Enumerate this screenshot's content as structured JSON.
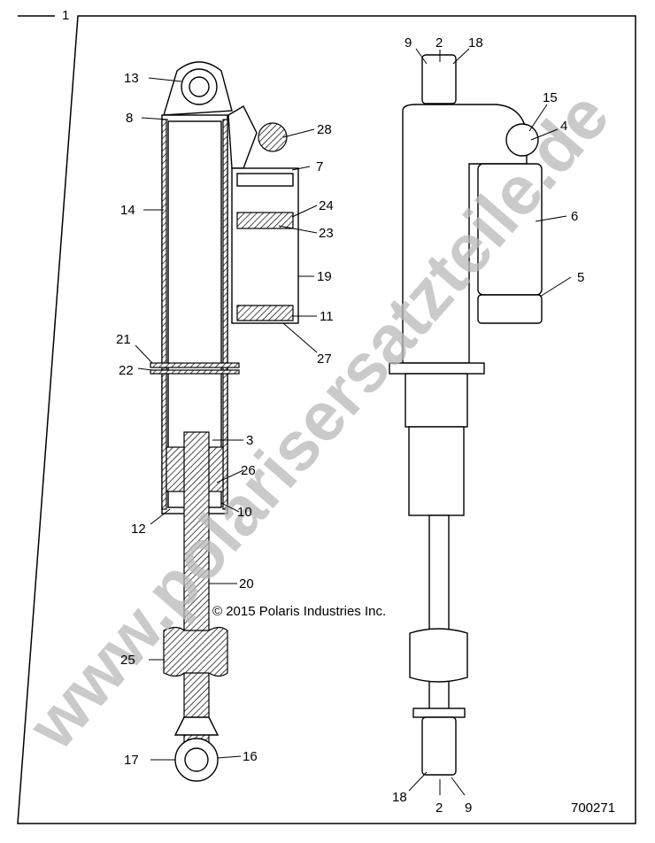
{
  "diagram": {
    "frame_label": "1",
    "left_labels": [
      "13",
      "8",
      "14",
      "21",
      "22",
      "12",
      "3",
      "26",
      "10",
      "20",
      "25",
      "17",
      "16"
    ],
    "reservoir_labels": [
      "28",
      "7",
      "24",
      "23",
      "19",
      "11",
      "27"
    ],
    "right_labels": [
      "9",
      "2",
      "18",
      "15",
      "4",
      "6",
      "5"
    ],
    "bottom_labels": [
      "18",
      "2",
      "9"
    ],
    "copyright": "© 2015 Polaris Industries Inc.",
    "part_number": "700271",
    "watermark": "www.polarisersatzteile.de",
    "colors": {
      "line": "#000000",
      "watermark": "#b9b9b9",
      "background": "#ffffff"
    }
  }
}
